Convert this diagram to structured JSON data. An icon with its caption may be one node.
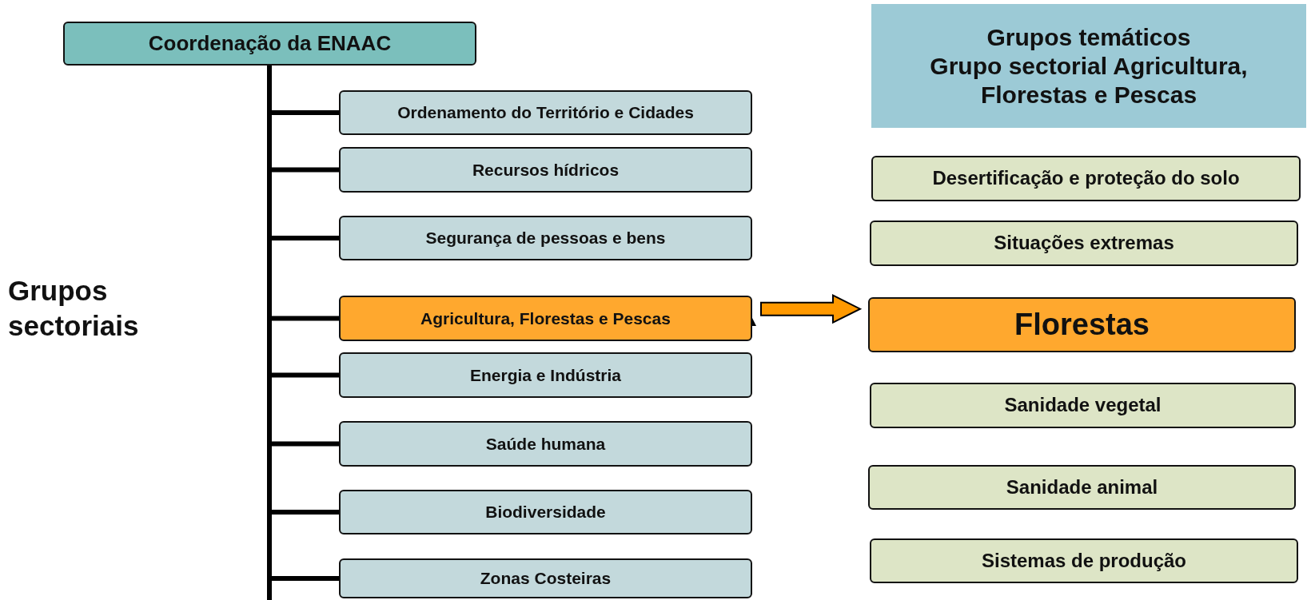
{
  "diagram": {
    "nodes": [
      {
        "text": [
          "Coordenação da ENAAC"
        ]
      },
      {
        "text": [
          "Ordenamento do Território  e Cidades"
        ]
      },
      {
        "text": [
          "Recursos hídricos"
        ]
      },
      {
        "text": [
          "Segurança de pessoas e bens"
        ]
      },
      {
        "text": [
          "Agricultura, Florestas e Pescas"
        ]
      },
      {
        "text": [
          "Energia e Indústria"
        ]
      },
      {
        "text": [
          "Saúde humana"
        ]
      },
      {
        "text": [
          "Biodiversidade"
        ]
      },
      {
        "text": [
          "Zonas Costeiras"
        ]
      },
      {
        "text": [
          "Grupos temáticos",
          "Grupo sectorial Agricultura, Florestas e Pescas"
        ]
      },
      {
        "text": [
          "Desertificação e proteção do solo"
        ]
      },
      {
        "text": [
          "Situações extremas"
        ]
      },
      {
        "text": [
          "Florestas"
        ]
      },
      {
        "text": [
          "Sanidade vegetal"
        ]
      },
      {
        "text": [
          "Sanidade animal"
        ]
      },
      {
        "text": [
          "Sistemas de produção"
        ]
      }
    ],
    "edges": [
      {
        "from": 0,
        "to": 1,
        "arrow": "none"
      },
      {
        "from": 0,
        "to": 2,
        "arrow": "none"
      },
      {
        "from": 0,
        "to": 3,
        "arrow": "none"
      },
      {
        "from": 0,
        "to": 4,
        "arrow": "none"
      },
      {
        "from": 0,
        "to": 5,
        "arrow": "none"
      },
      {
        "from": 0,
        "to": 6,
        "arrow": "none"
      },
      {
        "from": 0,
        "to": 7,
        "arrow": "none"
      },
      {
        "from": 0,
        "to": 8,
        "arrow": "none"
      },
      {
        "from": 4,
        "to": 12,
        "arrow": "to",
        "style": "thick",
        "color": "#ff9900"
      }
    ],
    "labels": [
      "Grupos sectoriais"
    ]
  }
}
